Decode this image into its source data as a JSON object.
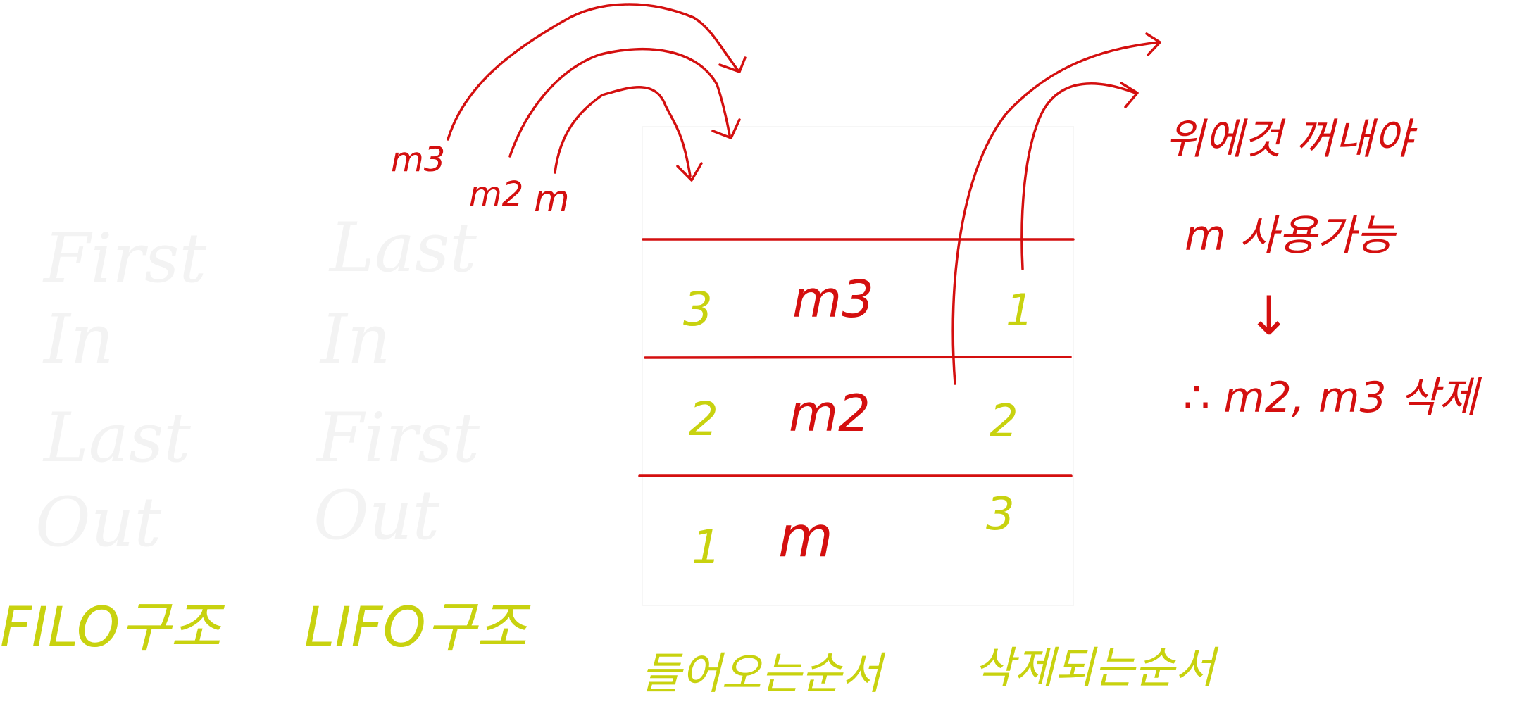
{
  "ghost_words": {
    "filo": [
      "First",
      "In",
      "Last",
      "Out"
    ],
    "lifo": [
      "Last",
      "In",
      "First",
      "Out"
    ]
  },
  "labels": {
    "filo": "FILO구조",
    "lifo": "LIFO구조",
    "enter_order": "들어오는순서",
    "delete_order": "삭제되는순서"
  },
  "pushed_items": [
    "m3",
    "m2",
    "m"
  ],
  "stack": {
    "rows": [
      {
        "in_order": "3",
        "item": "m3",
        "delete_order": "1"
      },
      {
        "in_order": "2",
        "item": "m2",
        "delete_order": "2"
      },
      {
        "in_order": "1",
        "item": "m",
        "delete_order": "3"
      }
    ]
  },
  "notes": {
    "line1": "위에것 꺼내야",
    "line2": "m 사용가능",
    "arrow": "↓",
    "line3": "∴ m2, m3 삭제"
  },
  "colors": {
    "red": "#d40f0f",
    "yellow": "#c8d20f",
    "ghost": "#f3f3f3",
    "background": "#ffffff"
  }
}
